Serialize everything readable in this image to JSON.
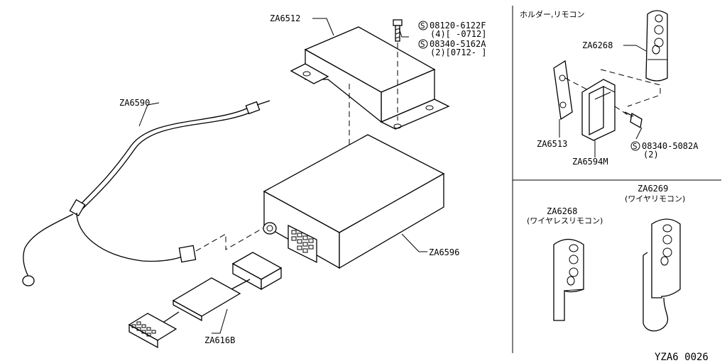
{
  "parts": {
    "za6512": "ZA6512",
    "za6590": "ZA6590",
    "za6596": "ZA6596",
    "za616b": "ZA616B",
    "za6268_top": "ZA6268",
    "za6513": "ZA6513",
    "za6594m": "ZA6594M",
    "za6268_bottom": "ZA6268",
    "za6269": "ZA6269"
  },
  "bolts": {
    "bolt1_code": "08120-6122F",
    "bolt1_qty": "(4)[  -0712]",
    "bolt2_code": "08340-5162A",
    "bolt2_qty": "(2)[0712-  ]",
    "bolt3_code": "08340-5082A",
    "bolt3_qty": "(2)",
    "s_mark": "S"
  },
  "panels": {
    "holder_title": "ホルダー,リモコン",
    "wireless_sub": "(ワイヤレスリモコン)",
    "wired_sub": "(ワイヤリモコン)"
  },
  "footer": {
    "code": "YZA6 0026"
  }
}
